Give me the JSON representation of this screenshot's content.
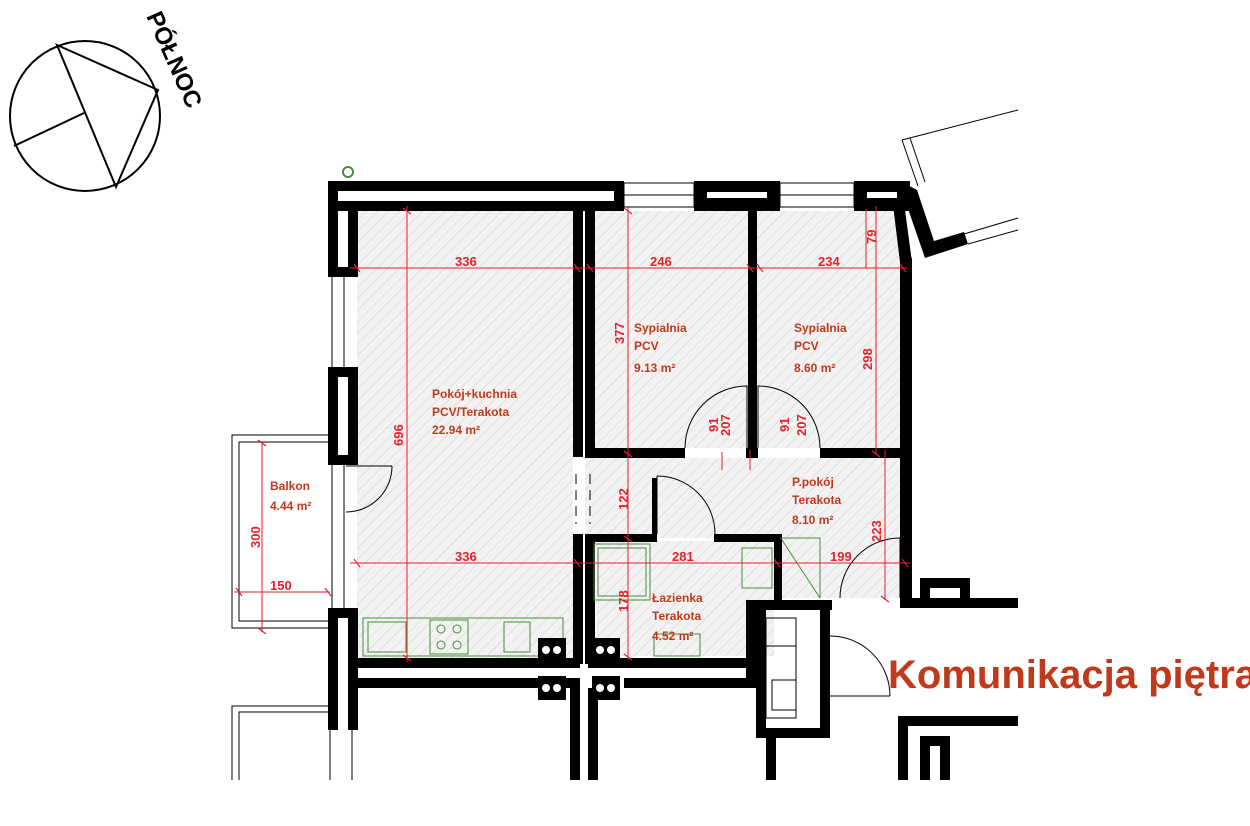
{
  "compass": {
    "label": "PÓŁNOC"
  },
  "title": "Komunikacja piętra",
  "rooms": [
    {
      "id": "pokoj",
      "name": "Pokój+kuchnia",
      "floor": "PCV/Terakota",
      "area": "22.94 m²"
    },
    {
      "id": "syp1",
      "name": "Sypialnia",
      "floor": "PCV",
      "area": "9.13 m²"
    },
    {
      "id": "syp2",
      "name": "Sypialnia",
      "floor": "PCV",
      "area": "8.60 m²"
    },
    {
      "id": "ppokoj",
      "name": "P.pokój",
      "floor": "Terakota",
      "area": "8.10 m²"
    },
    {
      "id": "lazienka",
      "name": "Łazienka",
      "floor": "Terakota",
      "area": "4.52 m²"
    },
    {
      "id": "balkon",
      "name": "Balkon",
      "area": "4.44 m²"
    }
  ],
  "dimensions": {
    "d336_top": "336",
    "d246": "246",
    "d234": "234",
    "d79": "79",
    "d696": "696",
    "d377": "377",
    "d298": "298",
    "d91a": "91",
    "d207a": "207",
    "d91b": "91",
    "d207b": "207",
    "d122": "122",
    "d223": "223",
    "d336_bottom": "336",
    "d281": "281",
    "d199": "199",
    "d178": "178",
    "d300": "300",
    "d150": "150"
  },
  "colors": {
    "dimension": "#e3222a",
    "room_label": "#c0391b",
    "fixture": "#4b8a3d"
  }
}
